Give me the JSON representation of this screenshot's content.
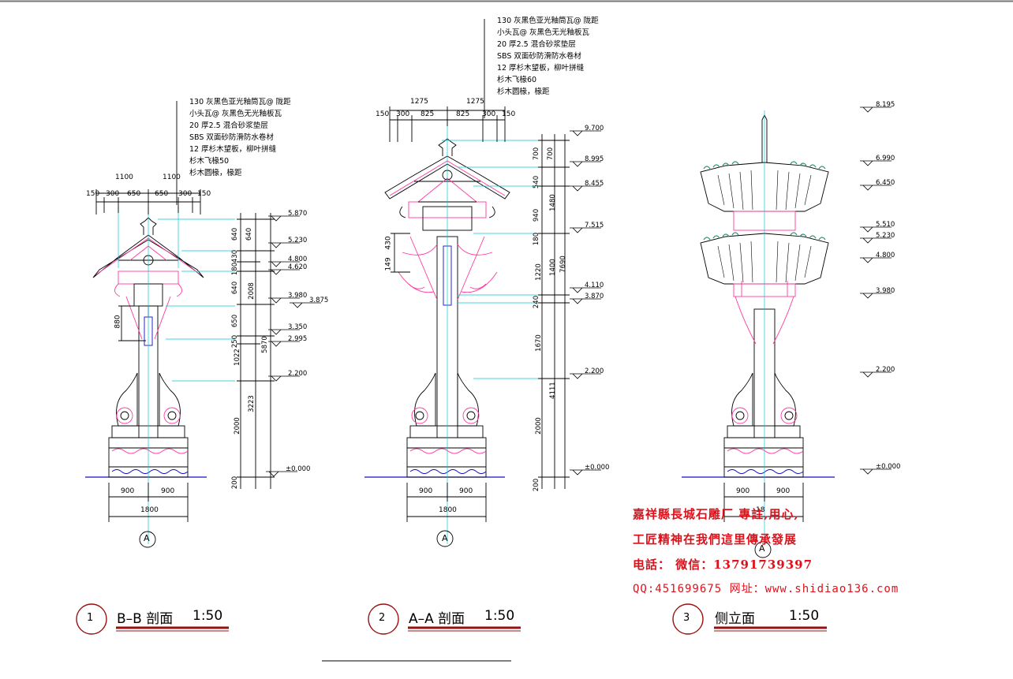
{
  "drawings": [
    {
      "number": "1",
      "title": "B–B 剖面",
      "scale": "1:50",
      "axis": "A",
      "top_dims": [
        "1100",
        "1100"
      ],
      "sub_dims": [
        "150",
        "300",
        "650",
        "650",
        "300",
        "150"
      ],
      "base_dims": [
        "900",
        "900"
      ],
      "base_total": "1800",
      "left_dim": "880",
      "vdims_inner": [
        "640",
        "430",
        "180",
        "640",
        "650",
        "250",
        "1022",
        "2000",
        "200"
      ],
      "vdims_outer": [
        "640",
        "2008",
        "5870",
        "3223"
      ],
      "levels": [
        "5.870",
        "5.230",
        "4.800",
        "4.620",
        "3.980",
        "3.875",
        "3.350",
        "2.995",
        "2.200",
        "±0.000"
      ],
      "notes": [
        "130 灰黑色亚光釉筒瓦@ 陇距",
        "小头瓦@ 灰黑色无光釉板瓦",
        "20 厚2.5 混合砂浆垫层",
        "SBS 双面砂防滑防水卷材",
        "12 厚杉木望板，柳叶拼缝",
        "杉木飞椽50",
        "杉木圆椽，椽距"
      ]
    },
    {
      "number": "2",
      "title": "A–A 剖面",
      "scale": "1:50",
      "axis": "A",
      "top_dims": [
        "1275",
        "1275"
      ],
      "sub_dims": [
        "150",
        "300",
        "825",
        "825",
        "300",
        "150"
      ],
      "base_dims": [
        "900",
        "900"
      ],
      "base_total": "1800",
      "left_dims": [
        "430",
        "149"
      ],
      "vdims_inner": [
        "700",
        "540",
        "940",
        "180",
        "1220",
        "240",
        "1670",
        "2000",
        "200"
      ],
      "vdims_outer": [
        "700",
        "1480",
        "1400",
        "7690",
        "4111"
      ],
      "levels": [
        "9.700",
        "8.995",
        "8.455",
        "7.515",
        "4.110",
        "3.870",
        "2.200",
        "±0.000"
      ],
      "notes": [
        "130 灰黑色亚光釉筒瓦@ 陇距",
        "小头瓦@ 灰黑色无光釉板瓦",
        "20 厚2.5 混合砂浆垫层",
        "SBS 双面砂防滑防水卷材",
        "12 厚杉木望板，柳叶拼缝",
        "杉木飞椽60",
        "杉木圆椽，椽距"
      ]
    },
    {
      "number": "3",
      "title": "侧立面",
      "scale": "1:50",
      "axis": "A",
      "base_dims": [
        "900",
        "900"
      ],
      "base_total": "18",
      "levels": [
        "8.195",
        "6.990",
        "6.450",
        "5.510",
        "5.230",
        "4.800",
        "3.980",
        "2.200",
        "±0.000"
      ]
    }
  ],
  "watermark": {
    "line1": "嘉祥縣長城石雕厂 專註,用心,",
    "line2": "工匠精神在我們這里傳承發展",
    "line3": "电話：  微信：13791739397",
    "line4": "QQ:451699675 网址：www.shidiao136.com"
  },
  "colors": {
    "line": "#000000",
    "pink": "#ff3aa0",
    "cyan": "#00c8d8",
    "blue": "#1010c8",
    "red": "#9a1010",
    "watermark": "#e0101a",
    "teal": "#1a9a7a"
  }
}
